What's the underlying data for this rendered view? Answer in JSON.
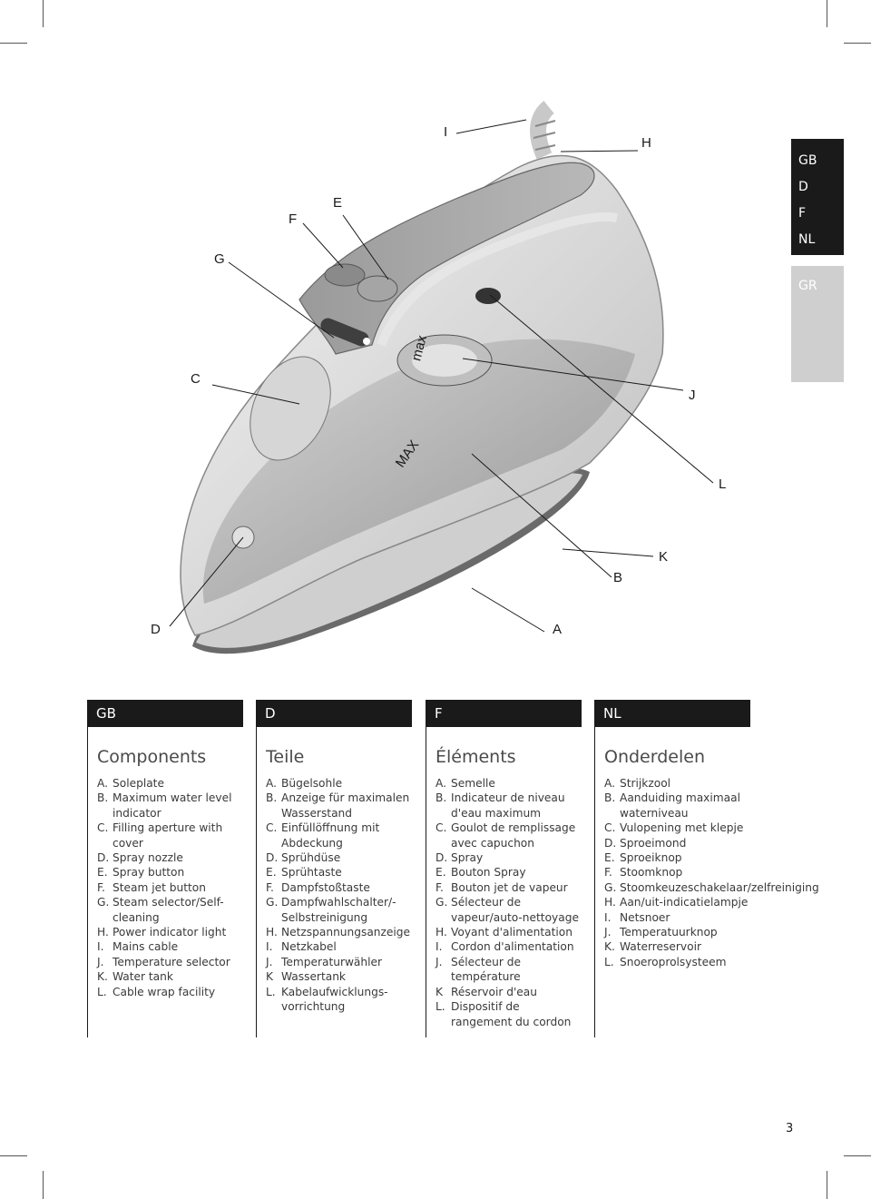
{
  "language_tabs": {
    "active": [
      "GB",
      "D",
      "F",
      "NL"
    ],
    "inactive": [
      "GR"
    ]
  },
  "callouts": [
    "I",
    "H",
    "E",
    "F",
    "G",
    "C",
    "J",
    "L",
    "K",
    "B",
    "D",
    "A"
  ],
  "diagram_text": {
    "max_mark": "MAX",
    "dial_mark": "max"
  },
  "columns": [
    {
      "tab": "GB",
      "title": "Components",
      "items": [
        {
          "key": "A.",
          "text": "Soleplate"
        },
        {
          "key": "B.",
          "text": "Maximum water level indicator"
        },
        {
          "key": "C.",
          "text": "Filling aperture with cover"
        },
        {
          "key": "D.",
          "text": "Spray nozzle"
        },
        {
          "key": "E.",
          "text": "Spray button"
        },
        {
          "key": "F.",
          "text": "Steam jet button"
        },
        {
          "key": "G.",
          "text": "Steam selector/Self-cleaning"
        },
        {
          "key": "H.",
          "text": "Power indicator light"
        },
        {
          "key": "I.",
          "text": "Mains cable"
        },
        {
          "key": "J.",
          "text": "Temperature selector"
        },
        {
          "key": "K.",
          "text": "Water tank"
        },
        {
          "key": "L.",
          "text": "Cable wrap facility"
        }
      ]
    },
    {
      "tab": "D",
      "title": "Teile",
      "items": [
        {
          "key": "A.",
          "text": "Bügelsohle"
        },
        {
          "key": "B.",
          "text": "Anzeige für maximalen Wasserstand"
        },
        {
          "key": "C.",
          "text": "Einfüllöffnung mit Abdeckung"
        },
        {
          "key": "D.",
          "text": "Sprühdüse"
        },
        {
          "key": "E.",
          "text": "Sprühtaste"
        },
        {
          "key": "F.",
          "text": "Dampfstoßtaste"
        },
        {
          "key": "G.",
          "text": "Dampfwahlschalter/-Selbstreinigung"
        },
        {
          "key": "H.",
          "text": "Netzspannungsanzeige"
        },
        {
          "key": "I.",
          "text": "Netzkabel"
        },
        {
          "key": "J.",
          "text": "Temperaturwähler"
        },
        {
          "key": "K",
          "text": "Wassertank"
        },
        {
          "key": "L.",
          "text": "Kabelaufwicklungs-vorrichtung"
        }
      ]
    },
    {
      "tab": "F",
      "title": "Éléments",
      "items": [
        {
          "key": "A.",
          "text": "Semelle"
        },
        {
          "key": "B.",
          "text": "Indicateur de niveau d'eau maximum"
        },
        {
          "key": "C.",
          "text": "Goulot de remplissage avec capuchon"
        },
        {
          "key": "D.",
          "text": "Spray"
        },
        {
          "key": "E.",
          "text": "Bouton Spray"
        },
        {
          "key": "F.",
          "text": "Bouton jet de vapeur"
        },
        {
          "key": "G.",
          "text": "Sélecteur de vapeur/auto-nettoyage"
        },
        {
          "key": "H.",
          "text": "Voyant d'alimentation"
        },
        {
          "key": "I.",
          "text": "Cordon d'alimentation"
        },
        {
          "key": "J.",
          "text": "Sélecteur de température"
        },
        {
          "key": "K",
          "text": "Réservoir d'eau"
        },
        {
          "key": "L.",
          "text": "Dispositif de rangement du cordon"
        }
      ]
    },
    {
      "tab": "NL",
      "title": "Onderdelen",
      "items": [
        {
          "key": "A.",
          "text": "Strijkzool"
        },
        {
          "key": "B.",
          "text": "Aanduiding maximaal waterniveau"
        },
        {
          "key": "C.",
          "text": "Vulopening met klepje"
        },
        {
          "key": "D.",
          "text": "Sproeimond"
        },
        {
          "key": "E.",
          "text": "Sproeiknop"
        },
        {
          "key": "F.",
          "text": "Stoomknop"
        },
        {
          "key": "G.",
          "text": "Stoomkeuzeschakelaar/zelfreiniging"
        },
        {
          "key": "H.",
          "text": "Aan/uit-indicatielampje"
        },
        {
          "key": "I.",
          "text": "Netsnoer"
        },
        {
          "key": "J.",
          "text": "Temperatuurknop"
        },
        {
          "key": "K.",
          "text": "Waterreservoir"
        },
        {
          "key": "L.",
          "text": "Snoeroprolsysteem"
        }
      ]
    }
  ],
  "page_number": "3"
}
